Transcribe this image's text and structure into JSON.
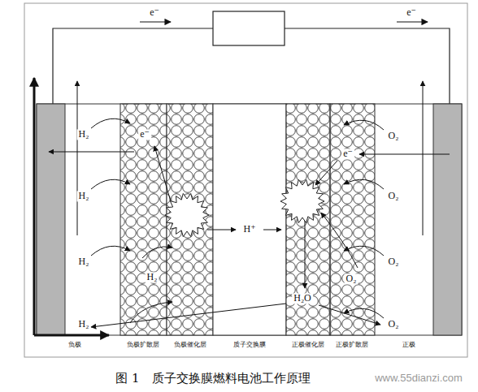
{
  "diagram": {
    "caption": "图 1　质子交换膜燃料电池工作原理",
    "labels": [
      "e⁻",
      "e⁻",
      "H₂",
      "e⁻",
      "H₂",
      "H₂",
      "H₂",
      "H₂",
      "H⁺",
      "O₂",
      "e⁻",
      "O₂",
      "O₂",
      "O₂",
      "O₂",
      "H₂O",
      "负极",
      "负极扩散层",
      "负极催化层",
      "质子交换膜",
      "正极催化层",
      "正极扩散层",
      "正极",
      "www.55dianzi.com"
    ]
  }
}
